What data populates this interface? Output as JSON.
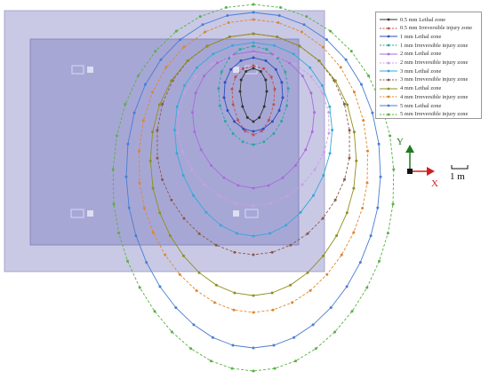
{
  "colors": {
    "outer_room": "#c9c9e6",
    "inner_room": "#a7a7d6",
    "axis_y": "#1f7a1f",
    "axis_x": "#cc2222"
  },
  "axes": {
    "y_label": "Y",
    "x_label": "X"
  },
  "scale": {
    "label": "1 m"
  },
  "legend": [
    {
      "label": "0.5 mm Lethal zone",
      "color": "#333333",
      "dash": false
    },
    {
      "label": "0.5 mm Irreversible injury zone",
      "color": "#c0504d",
      "dash": true
    },
    {
      "label": "1 mm Lethal zone",
      "color": "#2b4fc0",
      "dash": false
    },
    {
      "label": "1 mm Irreversible injury zone",
      "color": "#2aa6a0",
      "dash": true
    },
    {
      "label": "2 mm Lethal zone",
      "color": "#a66bd9",
      "dash": false
    },
    {
      "label": "2 mm Irreversible injury zone",
      "color": "#c9a0e6",
      "dash": true
    },
    {
      "label": "3 mm Lethal zone",
      "color": "#36a8d9",
      "dash": false
    },
    {
      "label": "3 mm Irreversible injury zone",
      "color": "#8a5a44",
      "dash": true
    },
    {
      "label": "4 mm Lethal zone",
      "color": "#8f8f1f",
      "dash": false
    },
    {
      "label": "4 mm Irreversible injury zone",
      "color": "#e0852c",
      "dash": true
    },
    {
      "label": "5 mm Lethal zone",
      "color": "#4a7dd1",
      "dash": false
    },
    {
      "label": "5 mm Irreversible injury zone",
      "color": "#58b043",
      "dash": true
    }
  ]
}
